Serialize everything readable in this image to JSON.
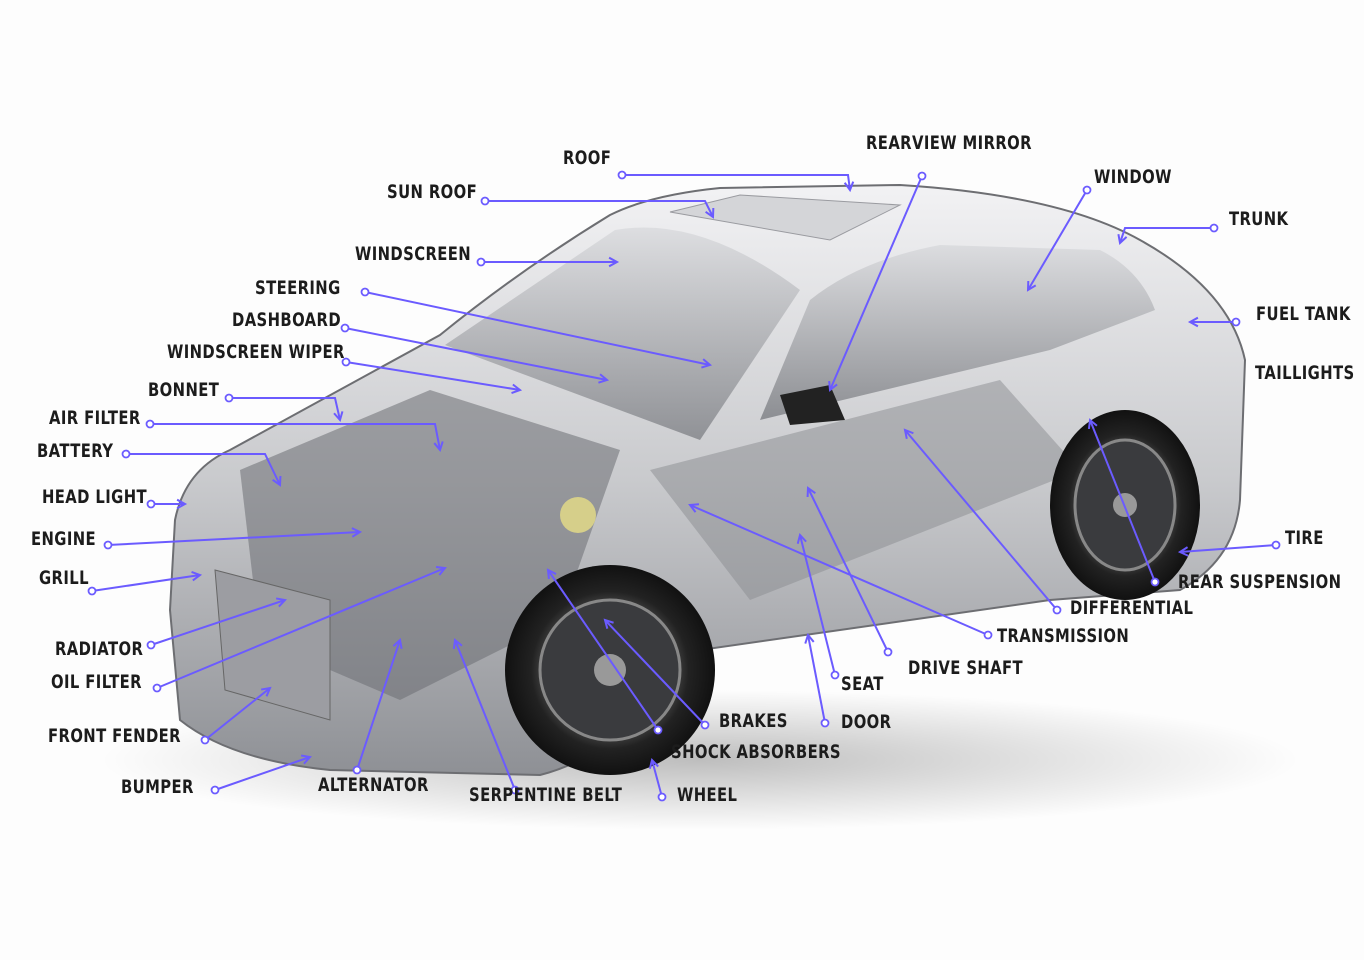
{
  "title": "Car parts diagram",
  "accent_color": "#6b5bff",
  "labels": [
    "ROOF",
    "REARVIEW MIRROR",
    "SUN ROOF",
    "WINDOW",
    "TRUNK",
    "WINDSCREEN",
    "STEERING",
    "DASHBOARD",
    "WINDSCREEN WIPER",
    "BONNET",
    "AIR FILTER",
    "BATTERY",
    "HEAD LIGHT",
    "ENGINE",
    "GRILL",
    "RADIATOR",
    "OIL FILTER",
    "FRONT FENDER",
    "BUMPER",
    "ALTERNATOR",
    "SERPENTINE BELT",
    "WHEEL",
    "SHOCK ABSORBERS",
    "BRAKES",
    "DOOR",
    "SEAT",
    "DRIVE SHAFT",
    "TRANSMISSION",
    "DIFFERENTIAL",
    "REAR SUSPENSION",
    "TIRE",
    "TAILLIGHTS",
    "FUEL TANK"
  ]
}
